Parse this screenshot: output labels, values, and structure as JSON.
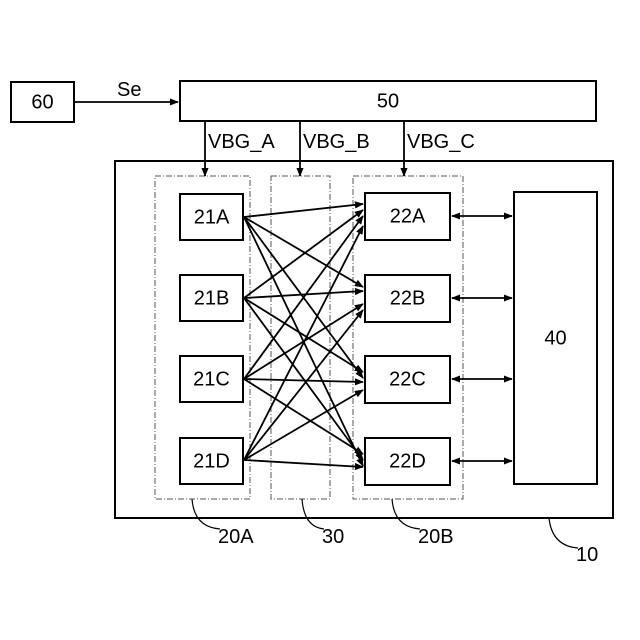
{
  "blocks": {
    "b60": "60",
    "b50": "50",
    "b40": "40",
    "b21A": "21A",
    "b21B": "21B",
    "b21C": "21C",
    "b21D": "21D",
    "b22A": "22A",
    "b22B": "22B",
    "b22C": "22C",
    "b22D": "22D"
  },
  "signals": {
    "se": "Se",
    "vbg_a": "VBG_A",
    "vbg_b": "VBG_B",
    "vbg_c": "VBG_C"
  },
  "refs": {
    "r20A": "20A",
    "r30": "30",
    "r20B": "20B",
    "r10": "10"
  }
}
